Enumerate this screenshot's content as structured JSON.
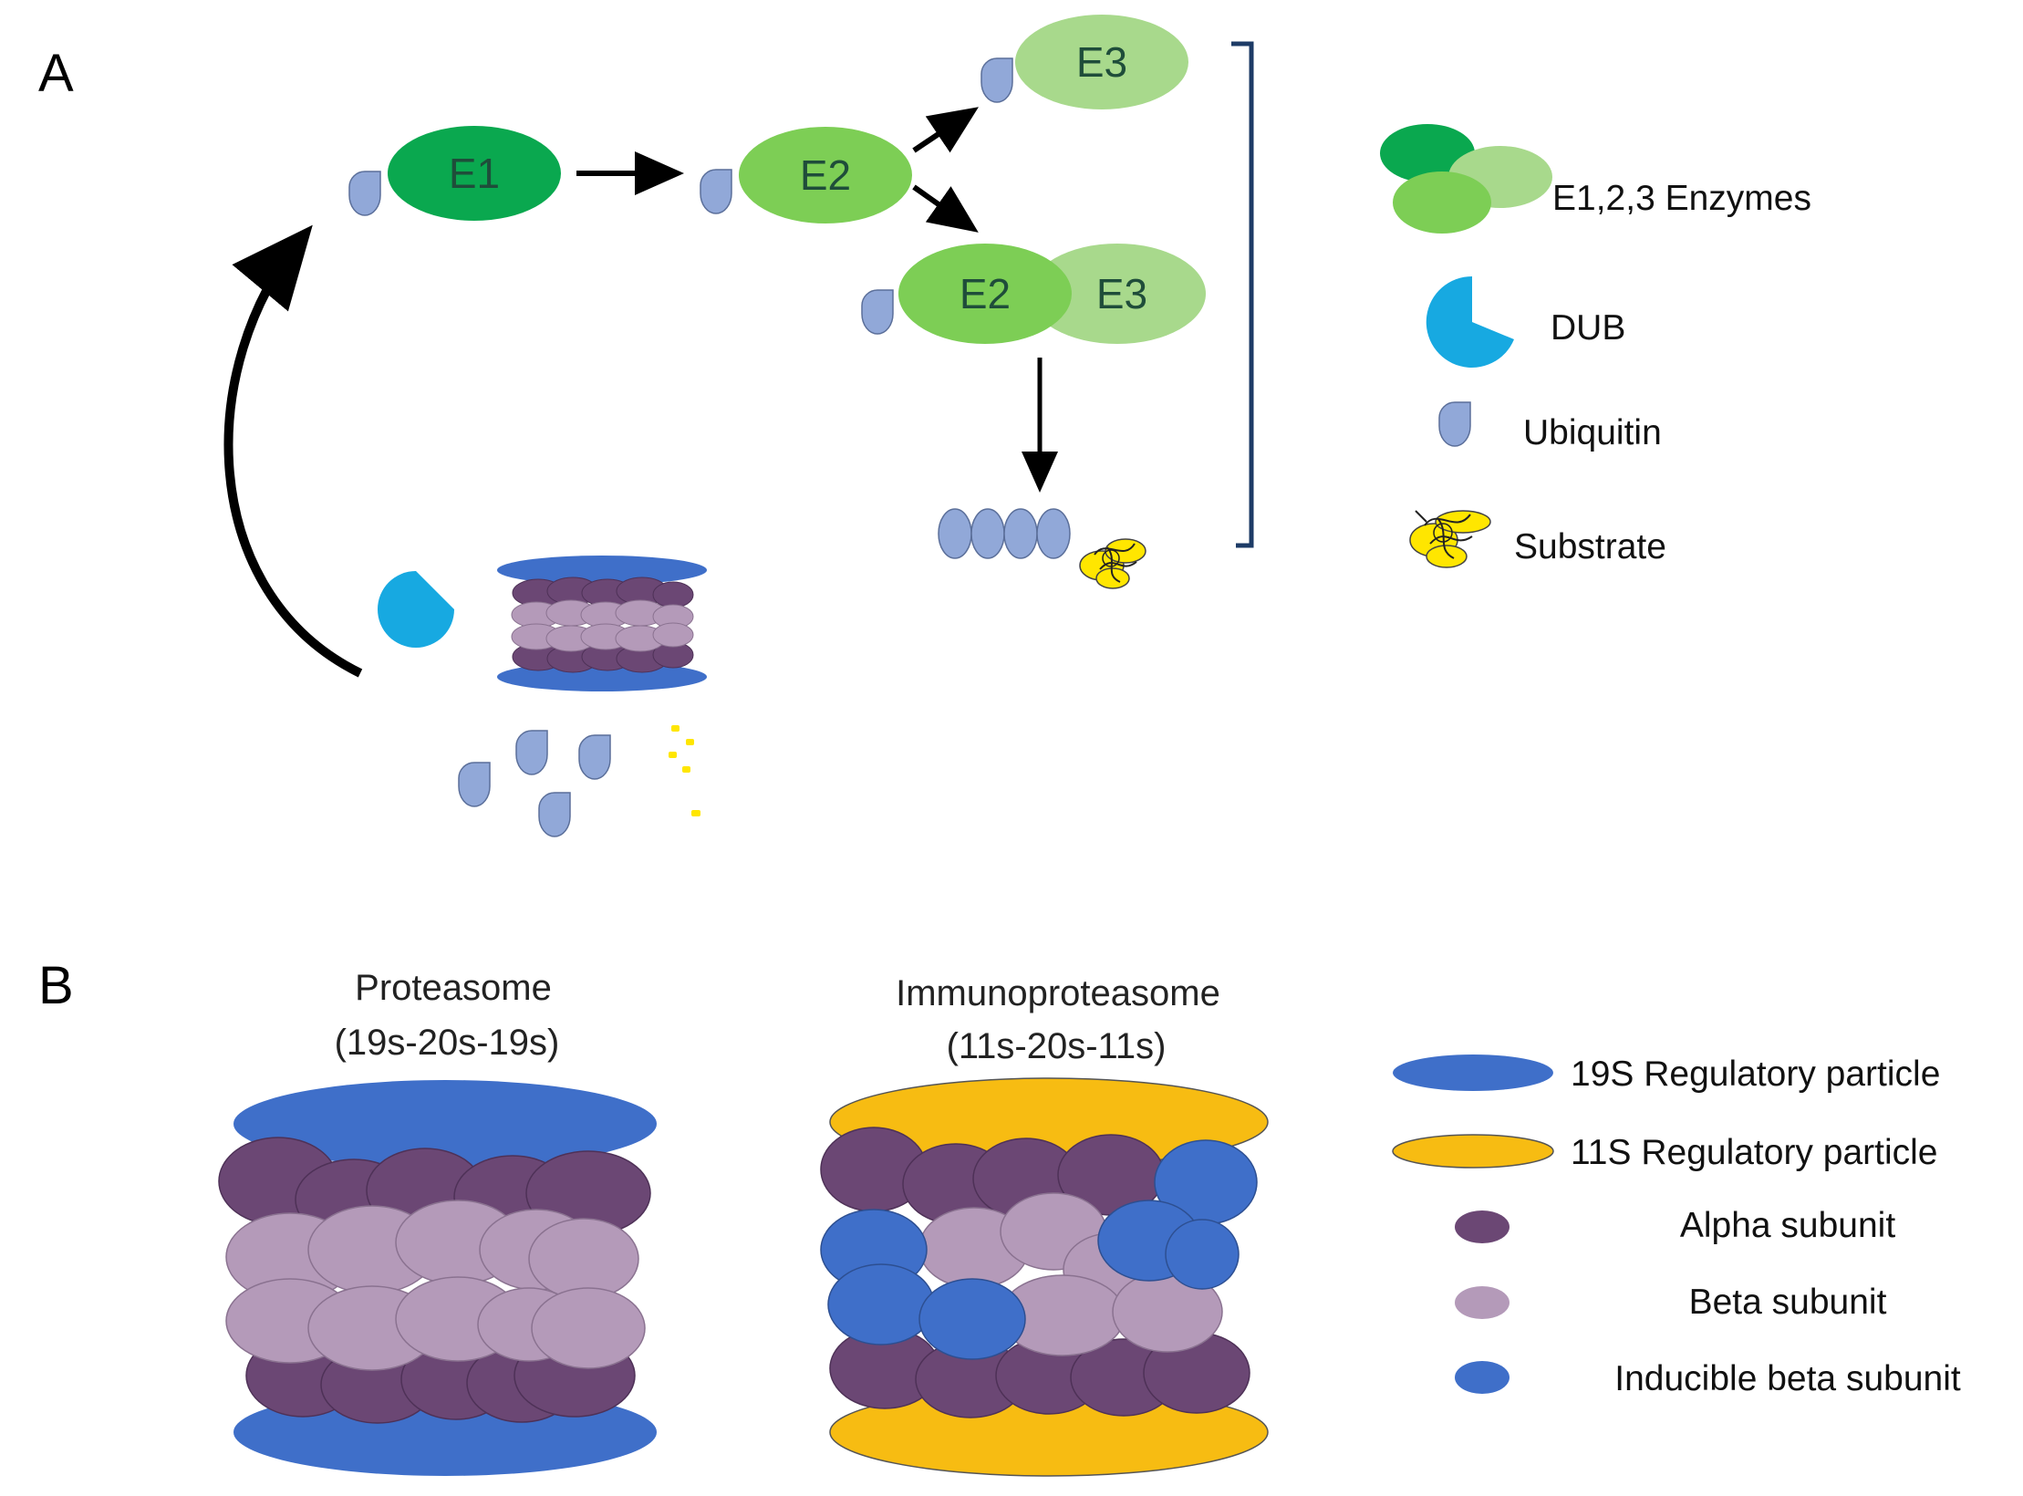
{
  "panels": {
    "a_label": "A",
    "b_label": "B"
  },
  "enzymes": {
    "e1": "E1",
    "e2": "E2",
    "e3": "E3",
    "e2_complex": "E2",
    "e3_complex": "E3"
  },
  "legend_a": {
    "enzymes": "E1,2,3 Enzymes",
    "dub": "DUB",
    "ubiquitin": "Ubiquitin",
    "substrate": "Substrate"
  },
  "proteasome": {
    "title": "Proteasome",
    "subtitle": "(19s-20s-19s)"
  },
  "immunoproteasome": {
    "title": "Immunoproteasome",
    "subtitle": "(11s-20s-11s)"
  },
  "legend_b": {
    "rp19": "19S Regulatory particle",
    "rp11": "11S Regulatory particle",
    "alpha": "Alpha subunit",
    "beta": "Beta subunit",
    "inducible": "Inducible beta subunit"
  },
  "colors": {
    "e1_green": "#0aa84f",
    "e2_green": "#7dce55",
    "e3_green": "#a8d98c",
    "dub_blue": "#17a9e1",
    "ubiquitin_blue": "#91a8d8",
    "substrate_yellow": "#ffe600",
    "rp19_blue": "#3f6fc9",
    "rp11_yellow": "#f7bc12",
    "alpha_purple": "#6b4774",
    "beta_lilac": "#b49ab9",
    "inducible_blue": "#3f6fc9"
  }
}
